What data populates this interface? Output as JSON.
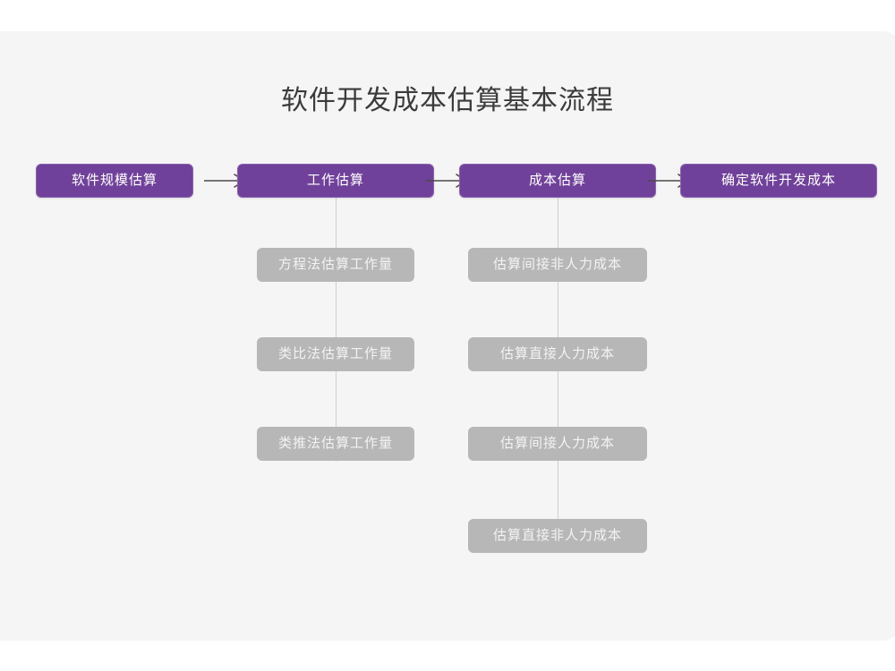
{
  "diagram": {
    "title": "软件开发成本估算基本流程",
    "colors": {
      "panel_background": "#f5f5f6",
      "primary_node": "#70419a",
      "secondary_node": "#b7b7b7",
      "connector_line": "#cfcfcf",
      "arrow": "#4a4a4a",
      "title_text": "#3b3b3b"
    },
    "arrows": [
      {
        "name": "arrow-step-1-to-2",
        "glyph": "arrow-right-icon"
      },
      {
        "name": "arrow-step-2-to-3",
        "glyph": "arrow-right-icon"
      },
      {
        "name": "arrow-step-3-to-4",
        "glyph": "arrow-right-icon"
      }
    ],
    "stages": [
      {
        "id": "software-scale-estimation",
        "label": "软件规模估算",
        "substeps": []
      },
      {
        "id": "work-estimation",
        "label": "工作估算",
        "substeps": [
          {
            "id": "equation-method-effort",
            "label": "方程法估算工作量"
          },
          {
            "id": "analogy-method-effort",
            "label": "类比法估算工作量"
          },
          {
            "id": "analogical-method-effort",
            "label": "类推法估算工作量"
          }
        ]
      },
      {
        "id": "cost-estimation",
        "label": "成本估算",
        "substeps": [
          {
            "id": "indirect-non-labor-cost",
            "label": "估算间接非人力成本"
          },
          {
            "id": "direct-labor-cost",
            "label": "估算直接人力成本"
          },
          {
            "id": "indirect-labor-cost",
            "label": "估算间接人力成本"
          },
          {
            "id": "direct-non-labor-cost",
            "label": "估算直接非人力成本"
          }
        ]
      },
      {
        "id": "determine-development-cost",
        "label": "确定软件开发成本",
        "substeps": []
      }
    ]
  }
}
